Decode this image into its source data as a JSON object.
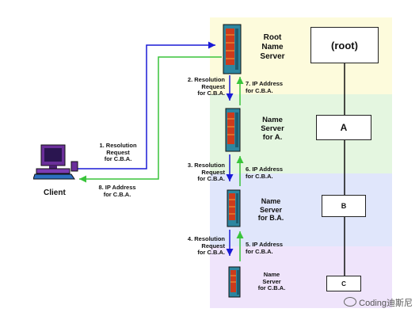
{
  "tree": {
    "root": "(root)",
    "a": "A",
    "b": "B",
    "c": "C"
  },
  "servers": {
    "root": [
      "Root",
      "Name",
      "Server"
    ],
    "a": [
      "Name",
      "Server",
      "for A."
    ],
    "ba": [
      "Name",
      "Server",
      "for B.A."
    ],
    "cba": [
      "Name",
      "Server",
      "for C.B.A."
    ]
  },
  "client": {
    "label": "Client"
  },
  "messages": {
    "m1": [
      "1. Resolution",
      "Request",
      "for C.B.A."
    ],
    "m8": [
      "8. IP Address",
      "for C.B.A."
    ],
    "m2": [
      "2. Resolution",
      "Request",
      "for C.B.A."
    ],
    "m7": [
      "7. IP Address",
      "for C.B.A."
    ],
    "m3": [
      "3. Resolution",
      "Request",
      "for C.B.A."
    ],
    "m6": [
      "6. IP Address",
      "for C.B.A."
    ],
    "m4": [
      "4. Resolution",
      "Request",
      "for C.B.A."
    ],
    "m5": [
      "5. IP Address",
      "for C.B.A."
    ]
  },
  "watermark": "Coding迪斯尼",
  "colors": {
    "request_arrow": "#1a1ad6",
    "response_arrow": "#39c43a",
    "band_root": "#fdfbdc",
    "band_a": "#e4f6e0",
    "band_b": "#e0e6fb",
    "band_c": "#efe4fb"
  }
}
